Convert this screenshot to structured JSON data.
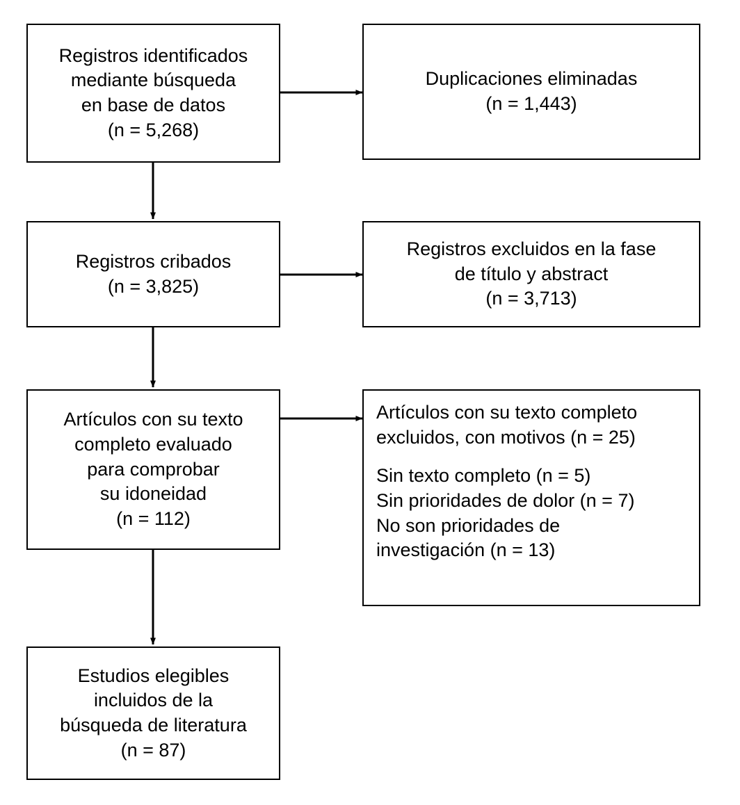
{
  "diagram": {
    "type": "prisma-flow-diagram",
    "language": "es",
    "background_color": "#ffffff",
    "line_color": "#000000",
    "text_color": "#000000",
    "nodes": [
      {
        "id": "identified",
        "name": "records-identified-box",
        "align": "center",
        "lines": [
          "Registros identificados",
          "mediante búsqueda",
          "en base de datos",
          "(n = 5,268)"
        ]
      },
      {
        "id": "duplicates",
        "name": "duplicates-removed-box",
        "align": "center",
        "lines": [
          "Duplicaciones eliminadas",
          "(n = 1,443)"
        ]
      },
      {
        "id": "screened",
        "name": "records-screened-box",
        "align": "center",
        "lines": [
          "Registros cribados",
          "(n = 3,825)"
        ]
      },
      {
        "id": "excluded_screening",
        "name": "records-excluded-screening-box",
        "align": "center",
        "lines": [
          "Registros excluidos en la fase",
          "de título y abstract",
          "(n = 3,713)"
        ]
      },
      {
        "id": "fulltext_assessed",
        "name": "fulltext-assessed-box",
        "align": "center",
        "lines": [
          "Artículos con su texto",
          "completo evaluado",
          "para comprobar",
          "su idoneidad",
          "(n = 112)"
        ]
      },
      {
        "id": "fulltext_excluded",
        "name": "fulltext-excluded-reasons-box",
        "align": "left",
        "lines": [
          "Artículos con su texto completo",
          "excluidos, con motivos (n = 25)",
          "",
          "Sin texto completo (n = 5)",
          "Sin prioridades de dolor (n = 7)",
          "No son prioridades de",
          "investigación (n = 13)"
        ]
      },
      {
        "id": "included",
        "name": "studies-included-box",
        "align": "center",
        "lines": [
          "Estudios elegibles",
          "incluidos de la",
          "búsqueda de literatura",
          "(n = 87)"
        ]
      }
    ],
    "connectors": [
      {
        "name": "arrow-identified-to-duplicates",
        "direction": "right"
      },
      {
        "name": "arrow-identified-to-screened",
        "direction": "down"
      },
      {
        "name": "arrow-screened-to-excluded-screening",
        "direction": "right"
      },
      {
        "name": "arrow-screened-to-fulltext-assessed",
        "direction": "down"
      },
      {
        "name": "arrow-fulltext-assessed-to-fulltext-excluded",
        "direction": "right"
      },
      {
        "name": "arrow-fulltext-assessed-to-included",
        "direction": "down"
      }
    ]
  }
}
